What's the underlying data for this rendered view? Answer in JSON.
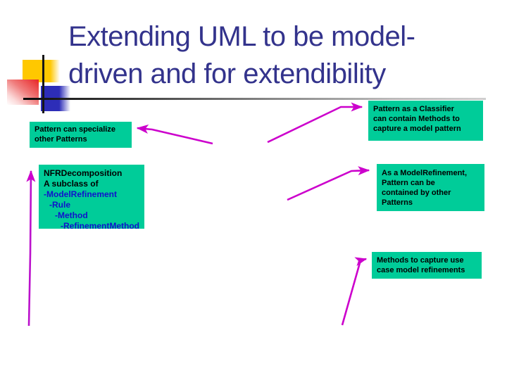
{
  "title": {
    "line1": "Extending UML to be model-",
    "line2": "driven and for extendibility"
  },
  "boxes": {
    "specialize": {
      "lines": [
        "Pattern can specialize",
        "other Patterns"
      ]
    },
    "nfr": {
      "lines": [
        {
          "text": "NFRDecomposition",
          "style": "black",
          "indent": 0
        },
        {
          "text": "A subclass of",
          "style": "black",
          "indent": 0
        },
        {
          "text": "-ModelRefinement",
          "style": "blue",
          "indent": 0
        },
        {
          "text": "-Rule",
          "style": "blue",
          "indent": 1
        },
        {
          "text": "-Method",
          "style": "blue",
          "indent": 2
        },
        {
          "text": "-RefinementMethod",
          "style": "blue",
          "indent": 3
        }
      ]
    },
    "classifier": {
      "lines": [
        "Pattern as a Classifier",
        "can contain Methods to",
        "capture a model pattern"
      ]
    },
    "refinement": {
      "lines": [
        "As a ModelRefinement,",
        "Pattern can be",
        "contained by other",
        "Patterns"
      ]
    },
    "methods": {
      "lines": [
        "Methods to capture use",
        "case model refinements"
      ]
    }
  },
  "colors": {
    "box_green": "#00cc99",
    "arrow_magenta": "#cc00cc",
    "title_navy": "#33338c",
    "nfr_link_blue": "#1111cc",
    "ornament_yellow": "#ffc800",
    "ornament_blue": "#2d2db8",
    "ornament_red": "#e82525"
  }
}
